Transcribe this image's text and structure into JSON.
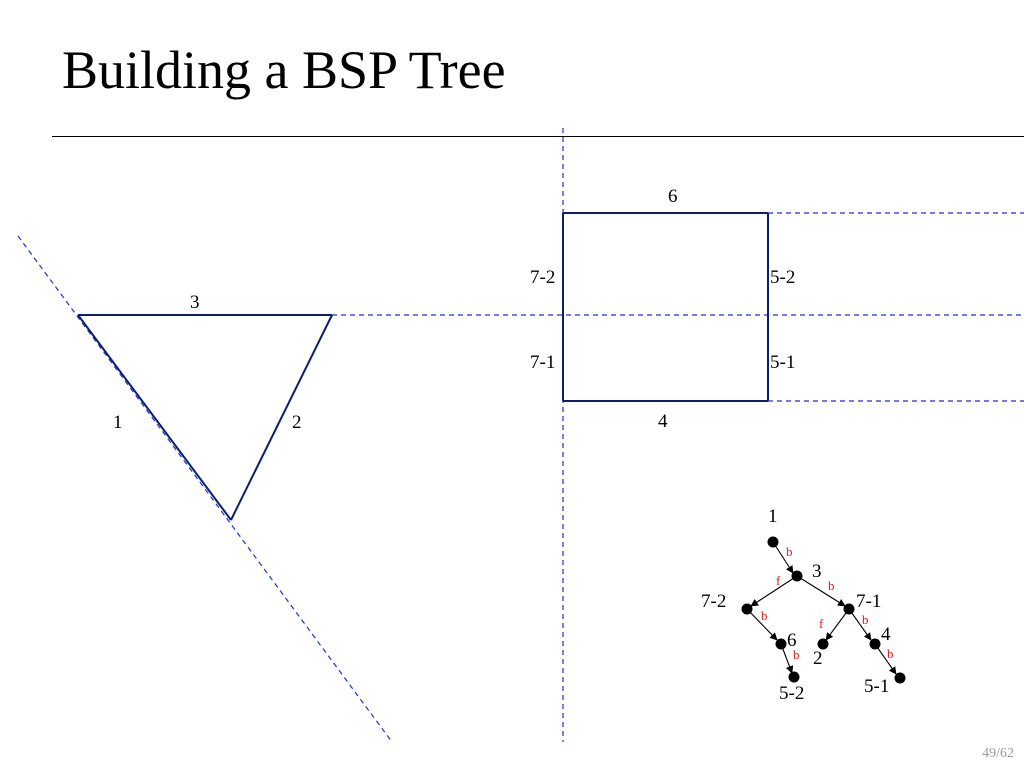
{
  "title": "Building a BSP Tree",
  "page_number": "49/62",
  "colors": {
    "polygon_edge": "#0b1f6e",
    "split_line": "#1f2fd6",
    "edge_label": "#d81b1b",
    "text": "#000000"
  },
  "polygon_labels": {
    "triangle_top": "3",
    "triangle_left": "1",
    "triangle_right": "2",
    "rect_top": "6",
    "rect_left_upper": "7-2",
    "rect_left_lower": "7-1",
    "rect_right_upper": "5-2",
    "rect_right_lower": "5-1",
    "rect_bottom": "4"
  },
  "tree": {
    "nodes": {
      "n1": "1",
      "n3": "3",
      "n72": "7-2",
      "n71": "7-1",
      "n6": "6",
      "n2": "2",
      "n4": "4",
      "n52": "5-2",
      "n51": "5-1"
    },
    "edges": {
      "n1_n3": "b",
      "n3_n72": "f",
      "n3_n71": "b",
      "n72_n6": "b",
      "n71_n2": "f",
      "n71_n4": "b",
      "n6_n52": "b",
      "n4_n51": "b"
    }
  }
}
